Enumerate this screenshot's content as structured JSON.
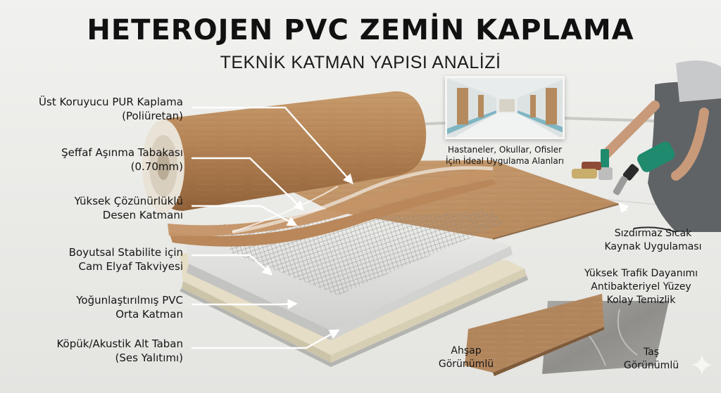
{
  "header": {
    "title": "HETEROJEN PVC ZEMİN KAPLAMA",
    "subtitle": "TEKNİK KATMAN YAPISI ANALİZİ"
  },
  "layers": [
    {
      "line1": "Üst Koruyucu PUR Kaplama",
      "line2": "(Poliüretan)"
    },
    {
      "line1": "Şeffaf Aşınma Tabakası",
      "line2": "(0.70mm)"
    },
    {
      "line1": "Yüksek Çözünürlüklü",
      "line2": "Desen Katmanı"
    },
    {
      "line1": "Boyutsal Stabilite için",
      "line2": "Cam Elyaf Takviyesi"
    },
    {
      "line1": "Yoğunlaştırılmış PVC",
      "line2": "Orta Katman"
    },
    {
      "line1": "Köpük/Akustik Alt Taban",
      "line2": "(Ses Yalıtımı)"
    }
  ],
  "application_photo": {
    "caption_line1": "Hastaneler, Okullar, Ofisler",
    "caption_line2": "İçin İdeal Uygulama Alanları"
  },
  "welding": {
    "line1": "Sızdırmaz Sıcak",
    "line2": "Kaynak Uygulaması"
  },
  "features": {
    "line1": "Yüksek Trafik Dayanımı",
    "line2": "Antibakteriyel Yüzey",
    "line3": "Kolay Temizlik"
  },
  "samples": {
    "wood": {
      "line1": "Ahşap",
      "line2": "Görünümlü"
    },
    "stone": {
      "line1": "Taş",
      "line2": "Görünümlü"
    }
  },
  "colors": {
    "background": "#ebebe8",
    "wood": "#b98a5c",
    "wood_dark": "#9c6e44",
    "pvc_core": "#d9d9d7",
    "foam": "#e4dcc4",
    "tool_green": "#1f8a6e",
    "text": "#141414"
  },
  "icons": [
    "sparkle-icon",
    "arrow-pointer"
  ]
}
